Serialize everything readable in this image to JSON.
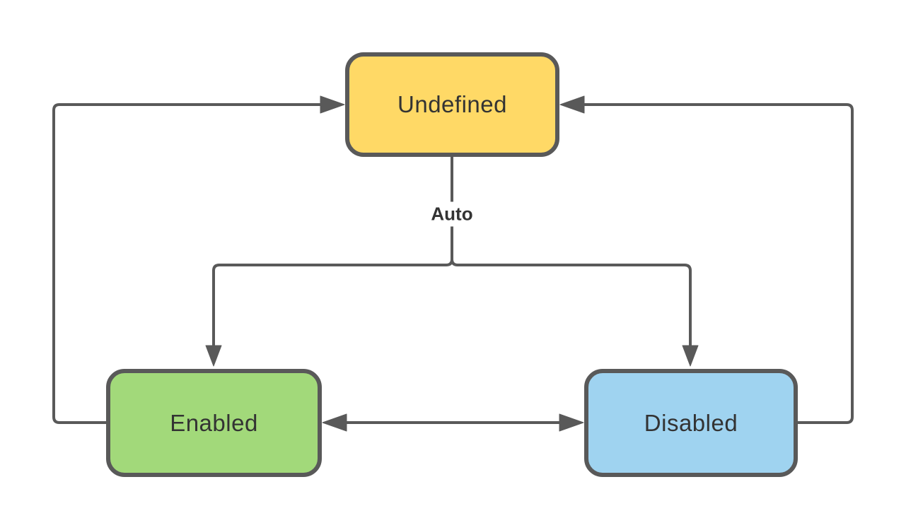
{
  "diagram": {
    "nodes": {
      "undefined": {
        "label": "Undefined",
        "fill": "#FFD966"
      },
      "enabled": {
        "label": "Enabled",
        "fill": "#A2D97A"
      },
      "disabled": {
        "label": "Disabled",
        "fill": "#9FD3F0"
      }
    },
    "edges": [
      {
        "id": "undefined-to-enabled",
        "from": "Undefined",
        "to": "Enabled",
        "label": "Auto"
      },
      {
        "id": "undefined-to-disabled",
        "from": "Undefined",
        "to": "Disabled",
        "label": "Auto"
      },
      {
        "id": "enabled-to-undefined",
        "from": "Enabled",
        "to": "Undefined",
        "label": ""
      },
      {
        "id": "disabled-to-undefined",
        "from": "Disabled",
        "to": "Undefined",
        "label": ""
      },
      {
        "id": "enabled-disabled",
        "from": "Enabled",
        "to": "Disabled",
        "label": "",
        "bidirectional": true
      }
    ],
    "colors": {
      "background": "#ffffff",
      "line": "#595959",
      "node-border": "#595959",
      "text": "#333333"
    }
  }
}
